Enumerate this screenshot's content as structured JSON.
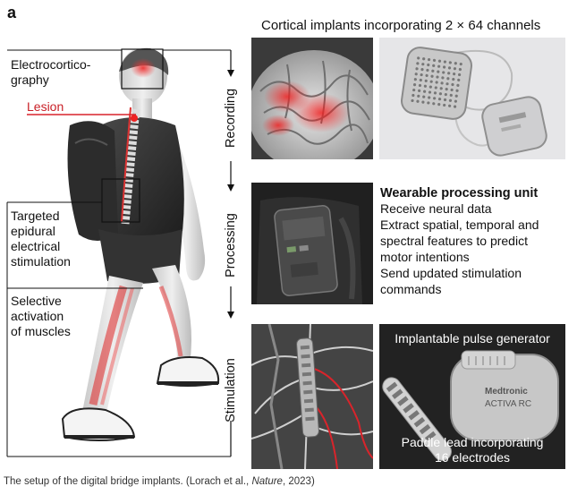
{
  "figure": {
    "panel_letter": "a",
    "top_title": "Cortical implants incorporating 2 × 64 channels",
    "left_labels": {
      "ecog_line1": "Electrocortico-",
      "ecog_line2": "graphy",
      "lesion": "Lesion",
      "stim_line1": "Targeted",
      "stim_line2": "epidural",
      "stim_line3": "electrical",
      "stim_line4": "stimulation",
      "muscle_line1": "Selective",
      "muscle_line2": "activation",
      "muscle_line3": "of muscles"
    },
    "flow_labels": {
      "recording": "Recording",
      "processing": "Processing",
      "stimulation": "Stimulation"
    },
    "wearable": {
      "title": "Wearable processing unit",
      "lines": [
        "Receive neural data",
        "Extract spatial, temporal and",
        "spectral features to predict",
        "motor intentions",
        "Send updated stimulation",
        "commands"
      ]
    },
    "ipg": {
      "top_text": "Implantable pulse generator",
      "bottom_line1": "Paddle lead incorporating",
      "bottom_line2": "16 electrodes",
      "device_brand": "Medtronic",
      "device_model": "ACTIVA RC"
    }
  },
  "caption": {
    "prefix": "The setup of the digital bridge implants. (Lorach et al., ",
    "journal": "Nature",
    "suffix": ", 2023)"
  },
  "colors": {
    "accent_red": "#d8242b",
    "frame_line": "#222222"
  }
}
